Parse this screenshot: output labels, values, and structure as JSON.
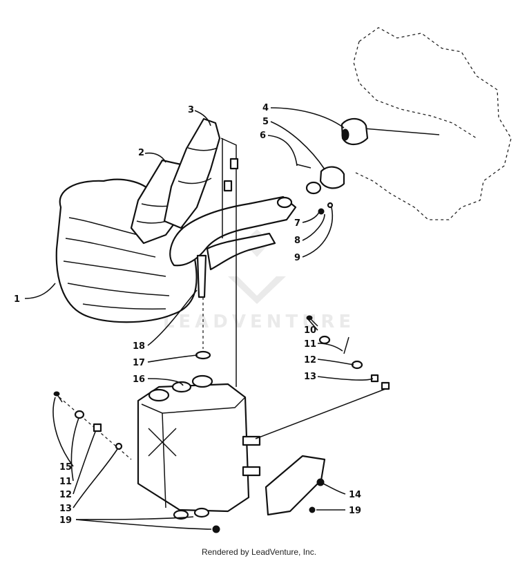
{
  "diagram": {
    "callouts": [
      {
        "label": "1"
      },
      {
        "label": "2"
      },
      {
        "label": "3"
      },
      {
        "label": "4"
      },
      {
        "label": "5"
      },
      {
        "label": "6"
      },
      {
        "label": "7"
      },
      {
        "label": "8"
      },
      {
        "label": "9"
      },
      {
        "label": "10"
      },
      {
        "label": "11"
      },
      {
        "label": "12"
      },
      {
        "label": "13"
      },
      {
        "label": "16"
      },
      {
        "label": "17"
      },
      {
        "label": "18"
      },
      {
        "label": "15"
      },
      {
        "label": "11"
      },
      {
        "label": "12"
      },
      {
        "label": "13"
      },
      {
        "label": "19"
      },
      {
        "label": "14"
      },
      {
        "label": "19"
      }
    ],
    "watermark": {
      "text": "LEADVENTURE"
    }
  },
  "footer": {
    "text": "Rendered by LeadVenture, Inc."
  }
}
